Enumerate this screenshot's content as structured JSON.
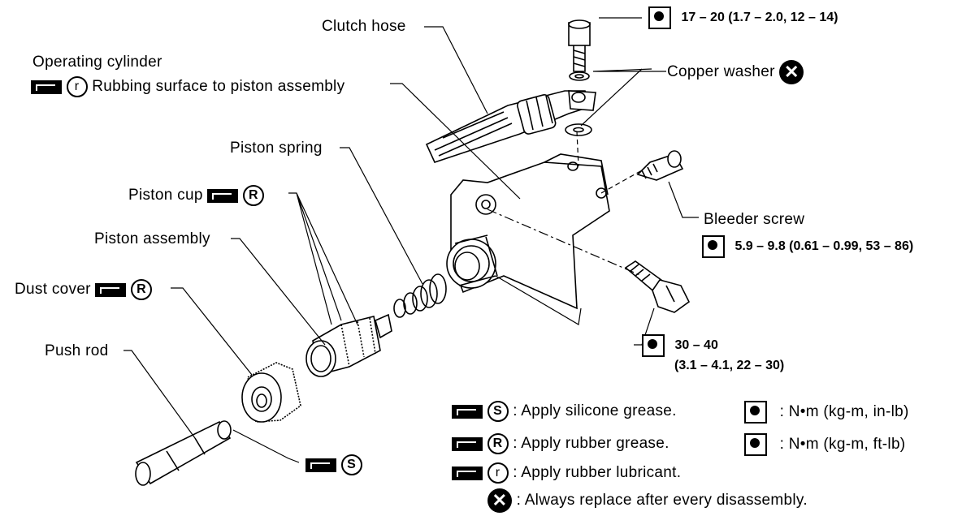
{
  "labels": {
    "clutch_hose": "Clutch hose",
    "operating_cylinder": "Operating cylinder",
    "rubbing_surface": "Rubbing surface to piston assembly",
    "piston_spring": "Piston spring",
    "piston_cup": "Piston cup",
    "piston_assembly": "Piston assembly",
    "dust_cover": "Dust cover",
    "push_rod": "Push rod",
    "copper_washer": "Copper washer",
    "bleeder_screw": "Bleeder screw"
  },
  "torques": {
    "hose_bolt": "17 – 20 (1.7 – 2.0, 12 – 14)",
    "bleeder": "5.9 – 9.8 (0.61 – 0.99, 53 – 86)",
    "mount_bolt_line1": "30 – 40",
    "mount_bolt_line2": "(3.1 – 4.1, 22 – 30)"
  },
  "symbols": {
    "r_lower": "r",
    "R_upper": "R",
    "S_upper": "S",
    "x_mark": "✕"
  },
  "legend": {
    "silicone": ": Apply silicone grease.",
    "rubber_grease": ": Apply rubber grease.",
    "rubber_lubricant": ": Apply rubber lubricant.",
    "replace": ": Always replace after every disassembly.",
    "nm_inlb": ": N•m (kg-m, in-lb)",
    "nm_ftlb": ": N•m (kg-m, ft-lb)"
  }
}
